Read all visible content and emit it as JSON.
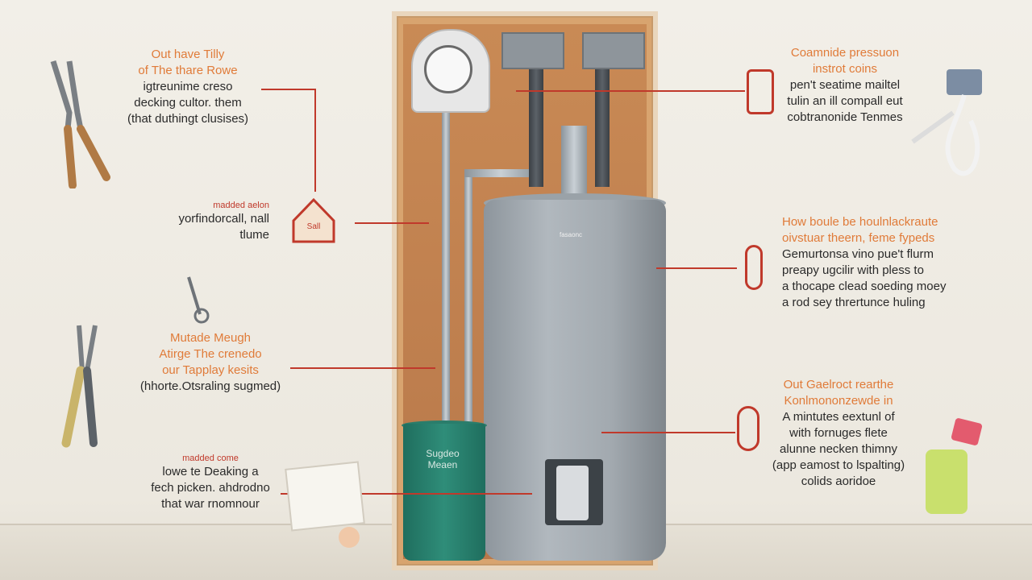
{
  "callouts": {
    "top_left": {
      "line1": "Out have Tilly",
      "line2": "of The thare Rowe",
      "line3": "igtreunime creso",
      "line4": "decking cultor. them",
      "line5": "(that duthingt clusises)"
    },
    "mid_left": {
      "small": "madded aelon",
      "line1": "yorfindorcall, nall",
      "line2": "tlume"
    },
    "lower_left": {
      "line1": "Mutade Meugh",
      "line2": "Atirge The crenedo",
      "line3": "our Tapplay kesits",
      "line4": "(hhorte.Otsraling sugmed)"
    },
    "bottom_left": {
      "small": "madded come",
      "line1": "lowe te Deaking a",
      "line2": "fech picken. ahdrodno",
      "line3": "that war rnomnour"
    },
    "top_right": {
      "line1": "Coamnide pressuon",
      "line2": "instrot coins",
      "line3": "pen't seatime mailtel",
      "line4": "tulin an ill compall eut",
      "line5": "cobtranonide Tenmes"
    },
    "mid_right": {
      "line1": "How boule be houlnlackraute",
      "line2": "oivstuar theern, feme fypeds",
      "line3": "Gemurtonsa vino pue't flurm",
      "line4": "preapy ugcilir with pless to",
      "line5": "a thocape clead soeding moey",
      "line6": "a rod sey thrertunce huling"
    },
    "lower_right": {
      "line1": "Out Gaelroct rearthe",
      "line2": "Konlmononzewde in",
      "line3": "A mintutes eextunl of",
      "line4": "with fornuges flete",
      "line5": "alunne necken thimny",
      "line6": "(app eamost to lspalting)",
      "line7": "colids aoridoe"
    }
  },
  "heater": {
    "brand": "fasaonc",
    "bucket_line1": "Sugdeo",
    "bucket_line2": "Meaen",
    "tri_label": "Sall"
  },
  "colors": {
    "accent_orange": "#e07b39",
    "line_red": "#c0392b",
    "tank_gray": "#a2a9af",
    "bucket_green": "#2f8d79"
  }
}
